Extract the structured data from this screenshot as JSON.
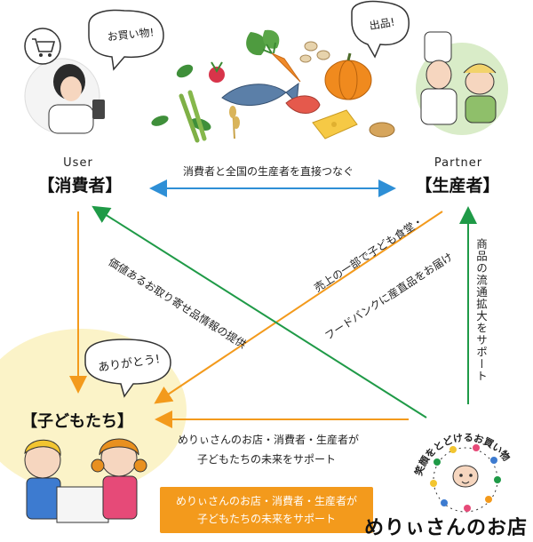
{
  "user": {
    "en": "User",
    "jp": "【消費者】",
    "bubble": "お買い物!"
  },
  "partner": {
    "en": "Partner",
    "jp": "【生産者】",
    "bubble": "出品!"
  },
  "children": {
    "title": "【子どもたち】",
    "bubble": "ありがとう!"
  },
  "edges": {
    "top": "消費者と全国の生産者を直接つなぐ",
    "diagonal_green": "価値あるお取り寄せ品情報の提供",
    "diagonal_orange_line1": "売上の一部で子ども食堂・",
    "diagonal_orange_line2": "フードバンクに産直品をお届け",
    "right_vertical": "商品の流通拡大をサポート",
    "bottom_line1": "めりぃさんのお店・消費者・生産者が",
    "bottom_line2": "子どもたちの未来をサポート"
  },
  "note_box": {
    "line1": "めりぃさんのお店・消費者・生産者が",
    "line2": "子どもたちの未来をサポート"
  },
  "brand": {
    "arc_text": "笑顔をとどけるお買い物",
    "name": "めりぃさんのお店"
  },
  "colors": {
    "green": "#1f9a47",
    "orange": "#f39a1c",
    "blue": "#2e8fd6",
    "children_blob": "#fbf3c8"
  }
}
